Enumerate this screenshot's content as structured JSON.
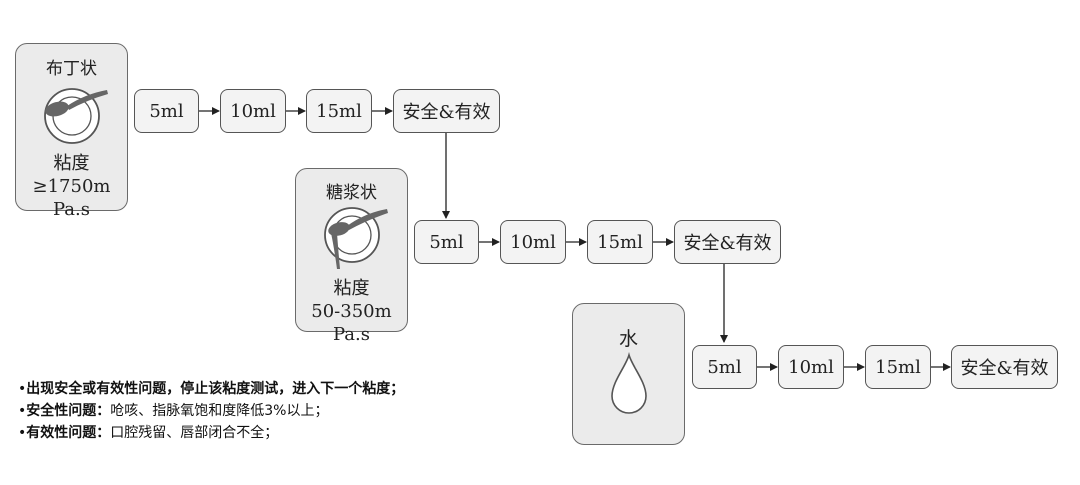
{
  "panels": {
    "pudding": {
      "title": "布丁状",
      "viscosity_label": "粘度",
      "viscosity_value": "≥1750m Pa.s",
      "icon": "spoon-plate-icon"
    },
    "syrup": {
      "title": "糖浆状",
      "viscosity_label": "粘度",
      "viscosity_value": "50-350m Pa.s",
      "icon": "spoon-drip-icon"
    },
    "water": {
      "title": "水",
      "icon": "water-drop-icon"
    }
  },
  "rows": [
    {
      "steps": [
        "5ml",
        "10ml",
        "15ml",
        "安全&有效"
      ]
    },
    {
      "steps": [
        "5ml",
        "10ml",
        "15ml",
        "安全&有效"
      ]
    },
    {
      "steps": [
        "5ml",
        "10ml",
        "15ml",
        "安全&有效"
      ]
    }
  ],
  "notes": [
    {
      "label": "",
      "text": "出现安全或有效性问题，停止该粘度测试，进入下一个粘度；"
    },
    {
      "label": "安全性问题：",
      "text": "呛咳、指脉氧饱和度降低3%以上；"
    },
    {
      "label": "有效性问题：",
      "text": "口腔残留、唇部闭合不全；"
    }
  ]
}
